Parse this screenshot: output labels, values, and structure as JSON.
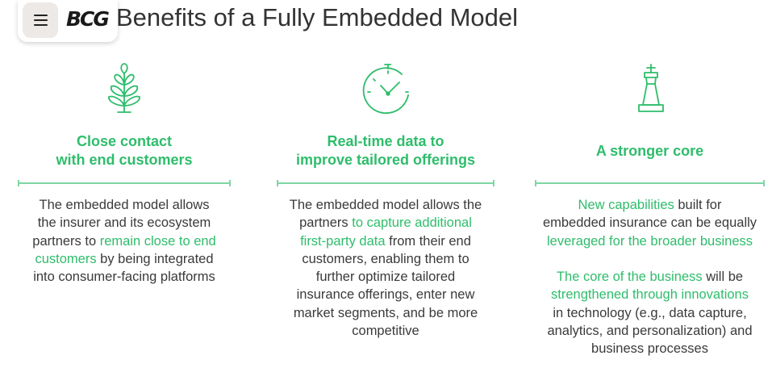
{
  "header": {
    "logo": "BCG",
    "title": "Benefits of a Fully Embedded Model"
  },
  "colors": {
    "accent": "#2ebd6b",
    "text": "#333333",
    "divider": "#7fd6a3"
  },
  "columns": [
    {
      "icon": "plant-icon",
      "title_line1": "Close contact",
      "title_line2": "with end customers",
      "body": {
        "t1": "The embedded model allows",
        "t2": "the insurer and its ecosystem",
        "t3": "partners to ",
        "h1": "remain close to end",
        "h2": "customers",
        "t4": " by being integrated",
        "t5": "into consumer-facing platforms"
      }
    },
    {
      "icon": "stopwatch-icon",
      "title_line1": "Real-time data to",
      "title_line2": "improve tailored offerings",
      "body": {
        "t1": "The embedded model allows the",
        "t2": "partners ",
        "h1": "to capture additional",
        "h2": "first-party data",
        "t3": " from their end",
        "t4": "customers, enabling them to",
        "t5": "further optimize tailored",
        "t6": "insurance offerings, enter new",
        "t7": "market segments, and be more",
        "t8": "competitive"
      }
    },
    {
      "icon": "chess-king-icon",
      "title_line1": "A stronger core",
      "body": {
        "h1": "New capabilities",
        "t1": " built for",
        "t2": "embedded insurance can be equally",
        "h2": "leveraged for the broader business",
        "h3": "The core of the business",
        "t3": " will be",
        "h4": "strengthened through innovations",
        "t4": "in technology (e.g., data capture,",
        "t5": "analytics, and personalization) and",
        "t6": "business processes"
      }
    }
  ]
}
